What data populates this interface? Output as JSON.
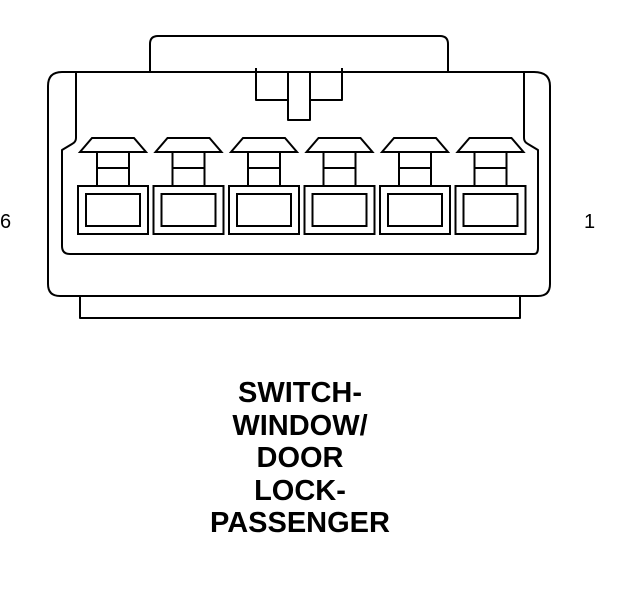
{
  "connector": {
    "pin_count": 6,
    "pin_left_label": "6",
    "pin_right_label": "1"
  },
  "caption": {
    "lines": [
      "SWITCH-",
      "WINDOW/",
      "DOOR",
      "LOCK-",
      "PASSENGER"
    ]
  }
}
